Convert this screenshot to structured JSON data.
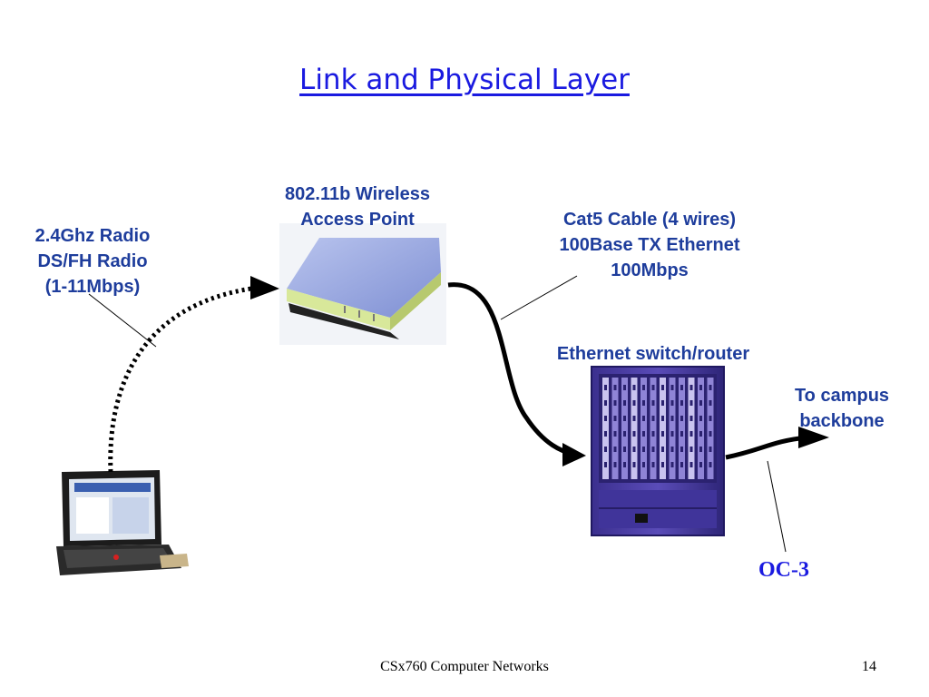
{
  "title": "Link and Physical Layer",
  "labels": {
    "radio": [
      "2.4Ghz Radio",
      "DS/FH Radio",
      "(1-11Mbps)"
    ],
    "access_point": [
      "802.11b Wireless",
      "Access Point"
    ],
    "cable": [
      "Cat5 Cable (4 wires)",
      "100Base TX Ethernet",
      "100Mbps"
    ],
    "switch": "Ethernet switch/router",
    "backbone": [
      "To campus",
      "backbone"
    ],
    "oc3": "OC-3"
  },
  "footer": {
    "course": "CSx760 Computer Networks",
    "page_number": "14"
  },
  "icons": [
    "laptop-icon",
    "access-point-icon",
    "switch-router-icon"
  ],
  "colors": {
    "title": "#1a1ae0",
    "label": "#1e3d9c",
    "switch_body": "#4a3fa0"
  }
}
